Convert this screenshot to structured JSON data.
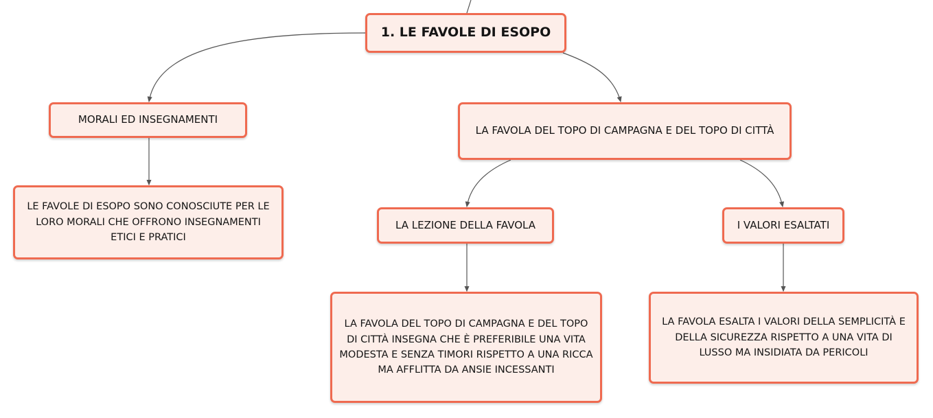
{
  "diagram": {
    "nodes": [
      {
        "id": "root",
        "text": "1. LE FAVOLE DI ESOPO"
      },
      {
        "id": "morali",
        "text": "MORALI ED INSEGNAMENTI"
      },
      {
        "id": "favola",
        "text": "LA FAVOLA DEL TOPO DI CAMPAGNA E DEL TOPO DI CITTÀ"
      },
      {
        "id": "fav_esopo",
        "text": "LE FAVOLE DI ESOPO SONO CONOSCIUTE PER LE LORO MORALI CHE OFFRONO INSEGNAMENTI ETICI E PRATICI"
      },
      {
        "id": "lezione",
        "text": "LA LEZIONE DELLA FAVOLA"
      },
      {
        "id": "valori",
        "text": "I VALORI ESALTATI"
      },
      {
        "id": "lez_text",
        "text": "LA FAVOLA DEL TOPO DI CAMPAGNA E DEL TOPO DI CITTÀ INSEGNA CHE È PREFERIBILE UNA VITA MODESTA E SENZA TIMORI RISPETTO A UNA RICCA MA AFFLITTA DA ANSIE INCESSANTI"
      },
      {
        "id": "val_text",
        "text": "LA FAVOLA ESALTA I VALORI DELLA SEMPLICITÀ E DELLA SICUREZZA RISPETTO A UNA VITA DI LUSSO MA INSIDIATA DA PERICOLI"
      }
    ],
    "edges": [
      {
        "from": "root",
        "to": "morali"
      },
      {
        "from": "root",
        "to": "favola"
      },
      {
        "from": "morali",
        "to": "fav_esopo"
      },
      {
        "from": "favola",
        "to": "lezione"
      },
      {
        "from": "favola",
        "to": "valori"
      },
      {
        "from": "lezione",
        "to": "lez_text"
      },
      {
        "from": "valori",
        "to": "val_text"
      }
    ],
    "colors": {
      "node_fill": "#fdeee9",
      "node_border": "#ef6a50",
      "edge": "#555555"
    }
  }
}
